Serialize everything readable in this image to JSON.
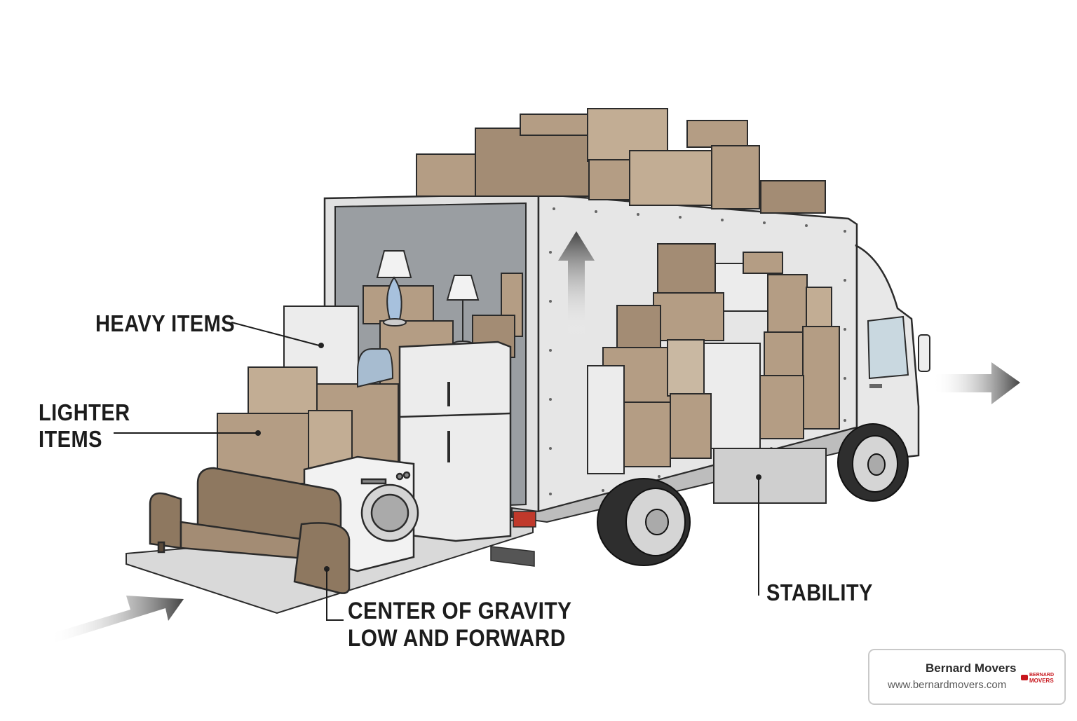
{
  "labels": {
    "heavy_items": "HEAVY ITEMS",
    "lighter_items_line1": "LIGHTER",
    "lighter_items_line2": "ITEMS",
    "center_of_gravity_line1": "CENTER OF GRAVITY",
    "center_of_gravity_line2": "LOW AND FORWARD",
    "stability": "STABILITY"
  },
  "brand": {
    "name": "Bernard Movers",
    "url": "www.bernardmovers.com",
    "logo_top": "BERNARD",
    "logo_bottom": "MOVERS"
  },
  "colors": {
    "cardboard": "#b49d84",
    "cardboard_dark": "#8e7860",
    "truck_body": "#e6e6e6",
    "interior": "#9a9ea2",
    "outline": "#2b2b2b",
    "arrow": "#555555",
    "logo_red": "#c8161d"
  },
  "icons": [
    "box",
    "sofa",
    "washing-machine",
    "refrigerator",
    "lamp",
    "truck",
    "arrow"
  ]
}
